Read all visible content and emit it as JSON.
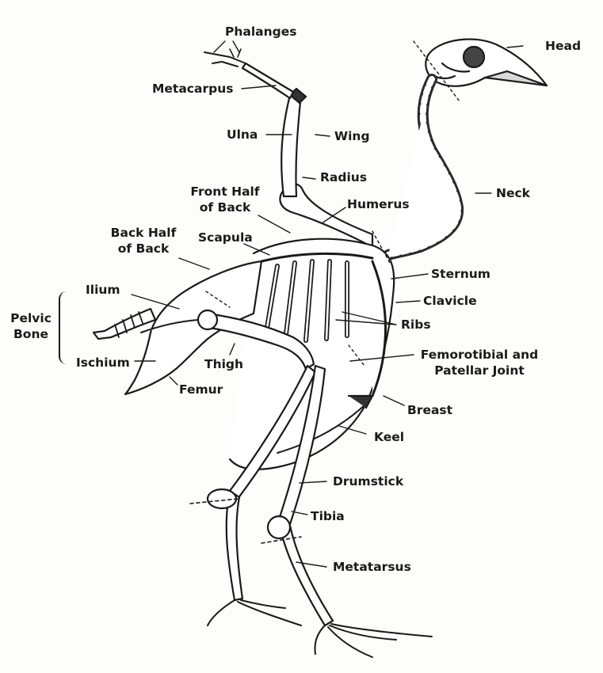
{
  "labels": {
    "phalanges": "Phalanges",
    "metacarpus": "Metacarpus",
    "head": "Head",
    "ulna": "Ulna",
    "wing": "Wing",
    "radius": "Radius",
    "front_half_of_back": "Front Half\nof Back",
    "humerus": "Humerus",
    "neck": "Neck",
    "back_half_of_back": "Back Half\nof Back",
    "scapula": "Scapula",
    "ilium": "Ilium",
    "sternum": "Sternum",
    "clavicle": "Clavicle",
    "pelvic_bone": "Pelvic\nBone",
    "ribs": "Ribs",
    "thigh": "Thigh",
    "femorotibial": "Femorotibial and\nPatellar Joint",
    "ischium": "Ischium",
    "femur": "Femur",
    "breast": "Breast",
    "keel": "Keel",
    "drumstick": "Drumstick",
    "tibia": "Tibia",
    "metatarsus": "Metatarsus"
  },
  "colors": {
    "ink": "#1a1a1a",
    "paper": "#fdfdfb"
  }
}
